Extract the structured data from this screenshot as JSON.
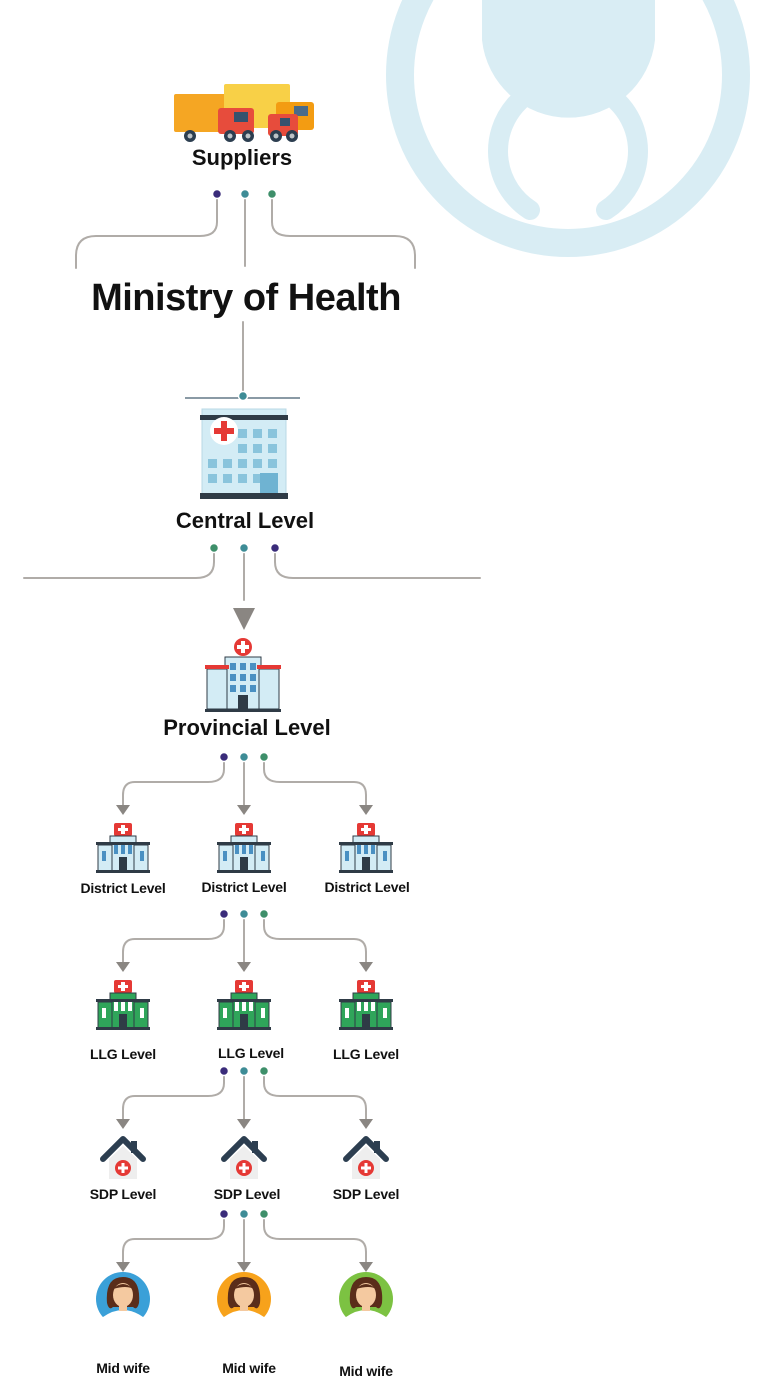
{
  "diagram": {
    "colors": {
      "watermark": "#d9edf4",
      "connector": "#b0aca8",
      "arrow": "#8a8682",
      "dot_navy": "#3a2c7a",
      "dot_teal": "#3e8c96",
      "dot_green": "#3e8f6a",
      "truck_orange": "#f5a623",
      "truck_yellow": "#f8d047",
      "truck_red": "#e74c3c",
      "building_light": "#d3ecf5",
      "building_green": "#2fa55a",
      "cross_red": "#e53935",
      "house_dark": "#2c3e50",
      "avatar_blue": "#3aa0d8",
      "avatar_orange": "#f7a21b",
      "avatar_green": "#7cc242"
    },
    "nodes": {
      "suppliers": {
        "label": "Suppliers",
        "icon": "trucks-icon"
      },
      "ministry": {
        "label": "Ministry of Health"
      },
      "central": {
        "label": "Central Level",
        "icon": "hospital-building-icon"
      },
      "provincial": {
        "label": "Provincial Level",
        "icon": "hospital-building-icon"
      },
      "district": [
        {
          "label": "District Level",
          "icon": "clinic-icon"
        },
        {
          "label": "District Level",
          "icon": "clinic-icon"
        },
        {
          "label": "District Level",
          "icon": "clinic-icon"
        }
      ],
      "llg": [
        {
          "label": "LLG Level",
          "icon": "health-center-icon"
        },
        {
          "label": "LLG Level",
          "icon": "health-center-icon"
        },
        {
          "label": "LLG Level",
          "icon": "health-center-icon"
        }
      ],
      "sdp": [
        {
          "label": "SDP Level",
          "icon": "health-post-house-icon"
        },
        {
          "label": "SDP Level",
          "icon": "health-post-house-icon"
        },
        {
          "label": "SDP Level",
          "icon": "health-post-house-icon"
        }
      ],
      "midwife": [
        {
          "label": "Mid wife",
          "icon": "midwife-avatar-icon",
          "color": "#3aa0d8"
        },
        {
          "label": "Mid wife",
          "icon": "midwife-avatar-icon",
          "color": "#f7a21b"
        },
        {
          "label": "Mid wife",
          "icon": "midwife-avatar-icon",
          "color": "#7cc242"
        }
      ]
    }
  }
}
